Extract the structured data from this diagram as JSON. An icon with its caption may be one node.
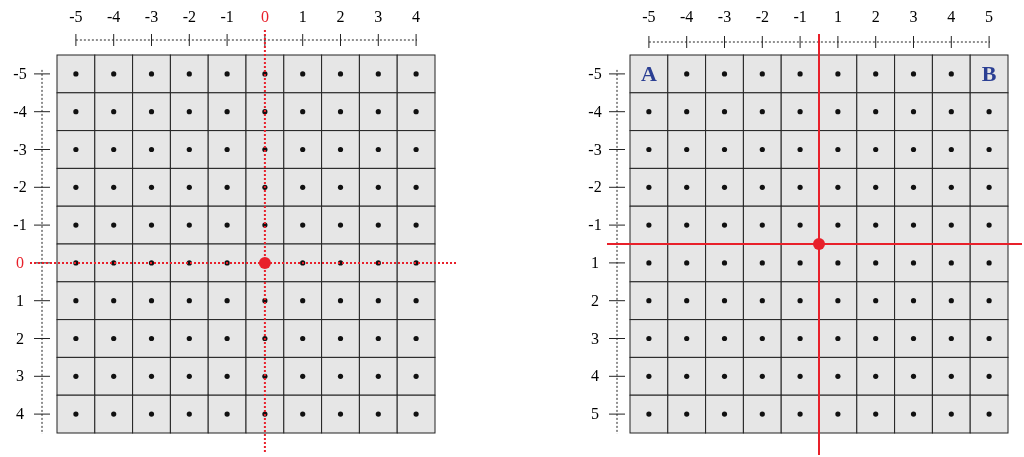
{
  "diagram": {
    "labels": [
      "-5",
      "-4",
      "-3",
      "-2",
      "-1",
      "0",
      "1",
      "2",
      "3",
      "4",
      "-5",
      "-4",
      "-3",
      "-2",
      "-1",
      "0",
      "1",
      "2",
      "3",
      "4",
      "-5",
      "-4",
      "-3",
      "-2",
      "-1",
      "1",
      "2",
      "3",
      "4",
      "5",
      "-5",
      "-4",
      "-3",
      "-2",
      "-1",
      "1",
      "2",
      "3",
      "4",
      "5",
      "A",
      "B"
    ]
  }
}
